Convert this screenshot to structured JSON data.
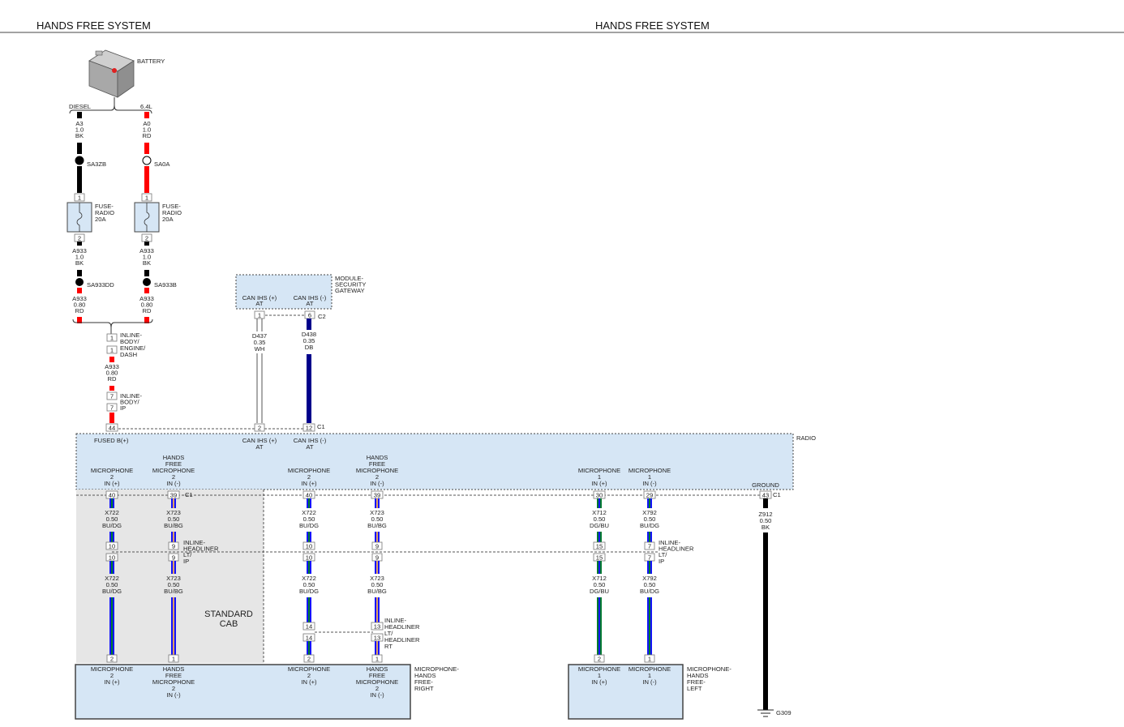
{
  "header": {
    "left_title": "HANDS FREE SYSTEM",
    "right_title": "HANDS FREE SYSTEM"
  },
  "battery": {
    "label": "BATTERY",
    "variant_left": "DIESEL",
    "variant_right": "6.4L"
  },
  "fuse_left": {
    "pin_in": "1",
    "pin_out": "2",
    "label": [
      "FUSE-",
      "RADIO",
      "20A"
    ]
  },
  "fuse_right": {
    "pin_in": "1",
    "pin_out": "2",
    "label": [
      "FUSE-",
      "RADIO",
      "20A"
    ]
  },
  "splices": {
    "sa3zb": "SA3ZB",
    "sa0a": "SA0A",
    "sa933dd": "SA933DD",
    "sa933b": "SA933B"
  },
  "wires": {
    "a3": [
      "A3",
      "1.0",
      "BK"
    ],
    "a0": [
      "A0",
      "1.0",
      "RD"
    ],
    "a933_l_bk": [
      "A933",
      "1.0",
      "BK"
    ],
    "a933_r_bk": [
      "A933",
      "1.0",
      "BK"
    ],
    "a933_l_rd": [
      "A933",
      "0.80",
      "RD"
    ],
    "a933_r_rd": [
      "A933",
      "0.80",
      "RD"
    ],
    "a933_mid": [
      "A933",
      "0.80",
      "RD"
    ],
    "d437": [
      "D437",
      "0.35",
      "WH"
    ],
    "d438": [
      "D438",
      "0.35",
      "DB"
    ],
    "x722_a": [
      "X722",
      "0.50",
      "BU/DG"
    ],
    "x723_a": [
      "X723",
      "0.50",
      "BU/BG"
    ],
    "x722_b": [
      "X722",
      "0.50",
      "BU/DG"
    ],
    "x723_b": [
      "X723",
      "0.50",
      "BU/BG"
    ],
    "x722_c": [
      "X722",
      "0.50",
      "BU/DG"
    ],
    "x723_c": [
      "X723",
      "0.50",
      "BU/BG"
    ],
    "x722_d": [
      "X722",
      "0.50",
      "BU/DG"
    ],
    "x723_d": [
      "X723",
      "0.50",
      "BU/BG"
    ],
    "x712_a": [
      "X712",
      "0.50",
      "DG/BU"
    ],
    "x792_a": [
      "X792",
      "0.50",
      "BU/DG"
    ],
    "x712_b": [
      "X712",
      "0.50",
      "DG/BU"
    ],
    "x792_b": [
      "X792",
      "0.50",
      "BU/DG"
    ],
    "z912": [
      "Z912",
      "0.50",
      "BK"
    ]
  },
  "inline_body_engine": {
    "pins": [
      "1",
      "1"
    ],
    "label": [
      "INLINE-",
      "BODY/",
      "ENGINE/",
      "DASH"
    ]
  },
  "inline_body_ip": {
    "pins": [
      "7",
      "7"
    ],
    "label": [
      "INLINE-",
      "BODY/",
      "IP"
    ]
  },
  "gateway": {
    "label": [
      "MODULE-",
      "SECURITY",
      "GATEWAY"
    ],
    "connector": "C2",
    "pins": [
      {
        "number": "1",
        "label": [
          "CAN IHS (+)",
          "AT"
        ]
      },
      {
        "number": "6",
        "label": [
          "CAN IHS (-)",
          "AT"
        ]
      }
    ]
  },
  "radio": {
    "label": "RADIO",
    "connector_top": "C1",
    "connector_bottom": "C1",
    "top_pins": [
      {
        "number": "44",
        "label": [
          "FUSED B(+)"
        ]
      },
      {
        "number": "2",
        "label": [
          "CAN IHS (+)",
          "AT"
        ]
      },
      {
        "number": "12",
        "label": [
          "CAN IHS (-)",
          "AT"
        ]
      }
    ],
    "bottom_pins": [
      {
        "number": "40",
        "label": [
          "MICROPHONE",
          "2",
          "IN (+)"
        ]
      },
      {
        "number": "39",
        "label": [
          "HANDS",
          "FREE",
          "MICROPHONE",
          "2",
          "IN (-)"
        ]
      },
      {
        "number": "40",
        "label": [
          "MICROPHONE",
          "2",
          "IN (+)"
        ]
      },
      {
        "number": "39",
        "label": [
          "HANDS",
          "FREE",
          "MICROPHONE",
          "2",
          "IN (-)"
        ]
      },
      {
        "number": "30",
        "label": [
          "MICROPHONE",
          "1",
          "IN (+)"
        ]
      },
      {
        "number": "29",
        "label": [
          "MICROPHONE",
          "1",
          "IN (-)"
        ]
      },
      {
        "number": "43",
        "label": [
          "GROUND"
        ]
      }
    ]
  },
  "standard_cab": [
    "STANDARD",
    "CAB"
  ],
  "inline_headliner_lt_ip": {
    "label": [
      "INLINE-",
      "HEADLINER",
      "LT/",
      "IP"
    ],
    "pins": [
      "10",
      "9",
      "10",
      "9",
      "15",
      "7"
    ]
  },
  "inline_headliner_lt_rt": {
    "label": [
      "INLINE-",
      "HEADLINER",
      "LT/",
      "HEADLINER",
      "RT"
    ],
    "pins": [
      "14",
      "13"
    ]
  },
  "mic_right": {
    "label": [
      "MICROPHONE-",
      "HANDS",
      "FREE-",
      "RIGHT"
    ],
    "pins": [
      {
        "number": "2",
        "label": [
          "MICROPHONE",
          "2",
          "IN (+)"
        ]
      },
      {
        "number": "1",
        "label": [
          "HANDS",
          "FREE",
          "MICROPHONE",
          "2",
          "IN (-)"
        ]
      },
      {
        "number": "2",
        "label": [
          "MICROPHONE",
          "2",
          "IN (+)"
        ]
      },
      {
        "number": "1",
        "label": [
          "HANDS",
          "FREE",
          "MICROPHONE",
          "2",
          "IN (-)"
        ]
      }
    ]
  },
  "mic_left": {
    "label": [
      "MICROPHONE-",
      "HANDS",
      "FREE-",
      "LEFT"
    ],
    "pins": [
      {
        "number": "2",
        "label": [
          "MICROPHONE",
          "1",
          "IN (+)"
        ]
      },
      {
        "number": "1",
        "label": [
          "MICROPHONE",
          "1",
          "IN (-)"
        ]
      }
    ]
  },
  "ground": {
    "label": "G309"
  },
  "colors": {
    "module_fill": "#d6e6f5",
    "cab_fill": "#e6e6e6",
    "red": "#ff0000",
    "black": "#000000",
    "dark_blue": "#00008b",
    "blue": "#1414ff",
    "green": "#007a2e",
    "beige": "#e0a060"
  }
}
